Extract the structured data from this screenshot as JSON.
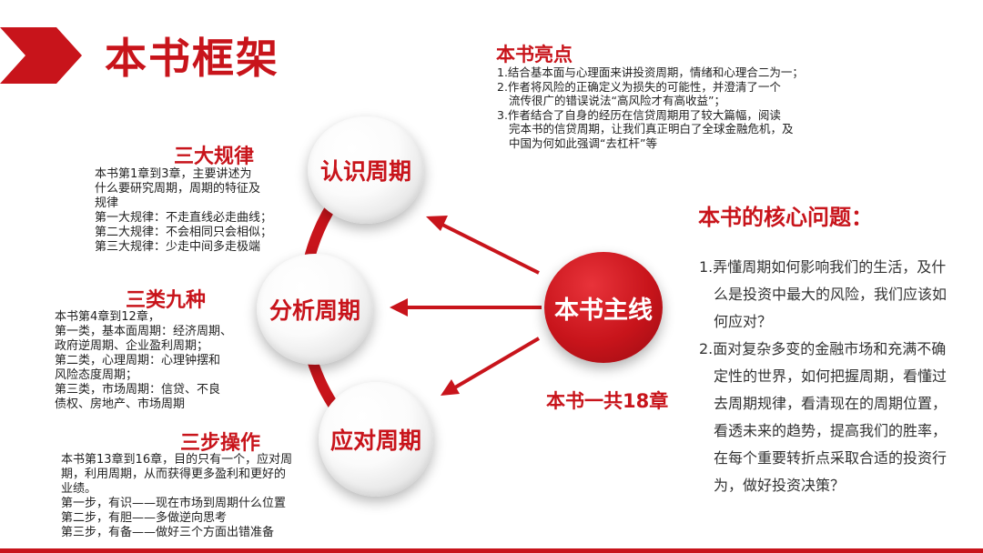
{
  "title": "本书框架",
  "highlights": {
    "title": "本书亮点",
    "lines": [
      "1.结合基本面与心理面来讲投资周期，情绪和心理合二为一；",
      "2.作者将风险的正确定义为损失的可能性，并澄清了一个",
      "流传很广的错误说法“高风险才有高收益”；",
      "3.作者结合了自身的经历在信贷周期用了较大篇幅，阅读",
      "完本书的信贷周期，让我们真正明白了全球金融危机，及",
      "中国为何如此强调“去杠杆”等"
    ]
  },
  "circles": {
    "recognize": "认识周期",
    "analyze": "分析周期",
    "respond": "应对周期",
    "main": "本书主线"
  },
  "total_chapters": "本书一共18章",
  "three_laws": {
    "title": "三大规律",
    "lines": [
      "本书第1章到3章，主要讲述为",
      "什么要研究周期，周期的特征及",
      "规律",
      "第一大规律：不走直线必走曲线；",
      "第二大规律：不会相同只会相似；",
      "第三大规律：少走中间多走极端"
    ]
  },
  "three_types": {
    "title": "三类九种",
    "lines": [
      "本书第4章到12章，",
      "第一类，基本面周期：经济周期、",
      "政府逆周期、企业盈利周期；",
      "第二类，心理周期：心理钟摆和",
      "风险态度周期；",
      "第三类，市场周期：信贷、不良",
      "债权、房地产、市场周期"
    ]
  },
  "three_steps": {
    "title": "三步操作",
    "lines": [
      "本书第13章到16章，目的只有一个，应对周",
      "期，利用周期，从而获得更多盈利和更好的",
      "业绩。",
      "第一步，有识——现在市场到周期什么位置",
      "第二步，有胆——多做逆向思考",
      "第三步，有备——做好三个方面出错准备"
    ]
  },
  "core": {
    "title": "本书的核心问题：",
    "lines": [
      "1.弄懂周期如何影响我们的生活，及什",
      "么是投资中最大的风险，我们应该如",
      "何应对？",
      "2.面对复杂多变的金融市场和充满不确",
      "定性的世界，如何把握周期，看懂过",
      "去周期规律，看清现在的周期位置，",
      "看透未来的趋势，提高我们的胜率，",
      "在每个重要转折点采取合适的投资行",
      "为，做好投资决策？"
    ]
  },
  "colors": {
    "accent": "#c8141b"
  }
}
